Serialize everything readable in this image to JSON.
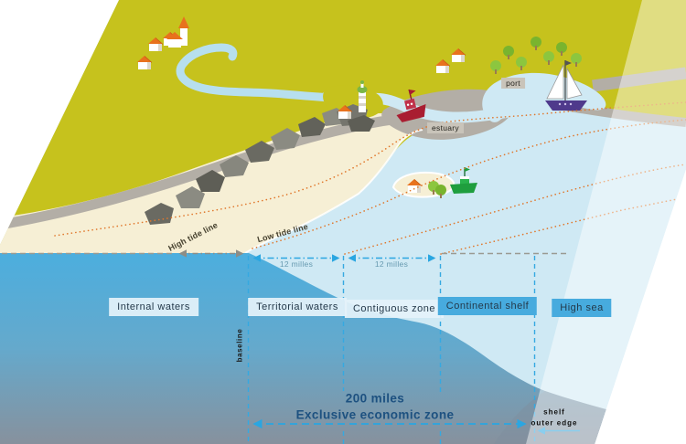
{
  "diagram": {
    "map_labels": {
      "estuary": "estuary",
      "port": "port"
    },
    "tide_lines": {
      "high": "High tide line",
      "low": "Low tide line"
    },
    "zones": {
      "internal_waters": "Internal waters",
      "territorial_waters": "Territorial waters",
      "contiguous_zone": "Contiguous zone",
      "continental_shelf": "Continental shelf",
      "high_sea": "High sea"
    },
    "measurements": {
      "territorial_extent": "12 milles",
      "contiguous_extent": "12 milles",
      "eez_extent": "200 miles",
      "eez_name": "Exclusive economic zone",
      "baseline": "baseline",
      "shelf_edge_line1": "shelf",
      "shelf_edge_line2": "outer edge"
    },
    "colors": {
      "land": "#c6c21d",
      "beach": "#f6efd5",
      "road": "#b3aea6",
      "river": "#b7dfee",
      "sea_surface": "#cfe9f4",
      "sea_front_top": "#4caede",
      "sea_front_bottom": "#87919d",
      "zone_boundary_dotted": "#e0772b",
      "measure_blue": "#2aa6e1",
      "zone_label_light_bg": "#e4f2fa",
      "zone_label_dark_bg": "#47abde",
      "eez_text": "#1d5180"
    }
  }
}
